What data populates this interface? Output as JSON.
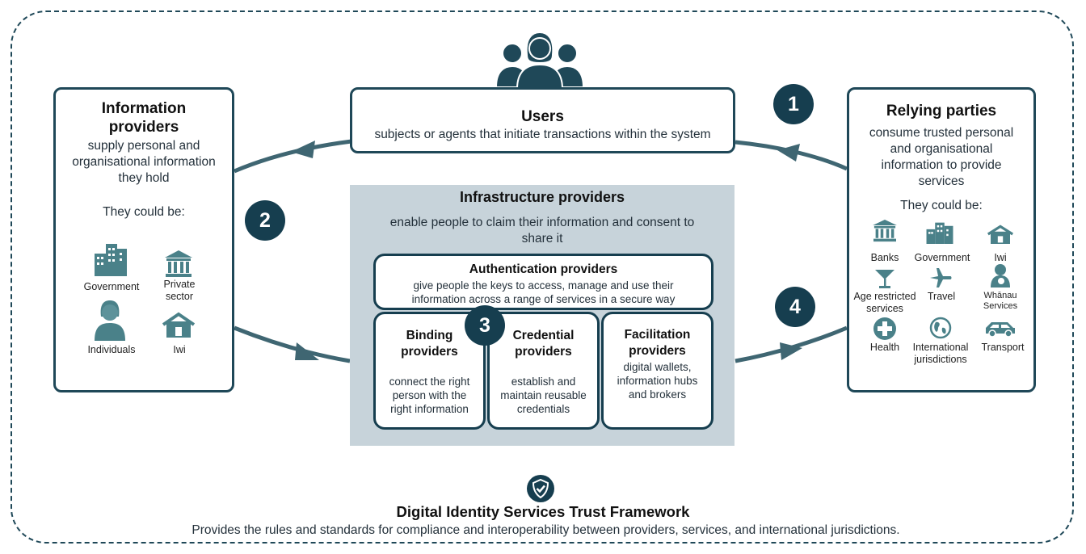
{
  "users": {
    "title": "Users",
    "desc": "subjects or agents that initiate transactions within the system"
  },
  "info_providers": {
    "title": "Information providers",
    "desc": "supply personal and organisational information they hold",
    "could_be": "They could be:",
    "items": [
      "Government",
      "Private sector",
      "Individuals",
      "Iwi"
    ]
  },
  "relying_parties": {
    "title": "Relying parties",
    "desc": "consume trusted personal and organisational information to provide services",
    "could_be": "They could be:",
    "items": [
      "Banks",
      "Government",
      "Iwi",
      "Age restricted services",
      "Travel",
      "Whānau Services",
      "Health",
      "International jurisdictions",
      "Transport"
    ]
  },
  "infrastructure": {
    "title": "Infrastructure providers",
    "desc": "enable people to claim their information and consent to share it",
    "authentication": {
      "title": "Authentication providers",
      "desc": "give people the keys to access, manage and use their information across a range of services in a secure way"
    },
    "binding": {
      "title": "Binding providers",
      "desc": "connect the right person with the right information"
    },
    "credential": {
      "title": "Credential providers",
      "desc": "establish and maintain reusable credentials"
    },
    "facilitation": {
      "title": "Facilitation providers",
      "desc": "digital wallets, information hubs and brokers"
    }
  },
  "badges": [
    "1",
    "2",
    "3",
    "4"
  ],
  "framework": {
    "title": "Digital Identity Services Trust Framework",
    "desc": "Provides the rules and standards for compliance and interoperability between providers, services, and international jurisdictions."
  },
  "colors": {
    "dark": "#163e4f",
    "teal": "#3f7b80",
    "infra_bg": "#c7d3da"
  }
}
